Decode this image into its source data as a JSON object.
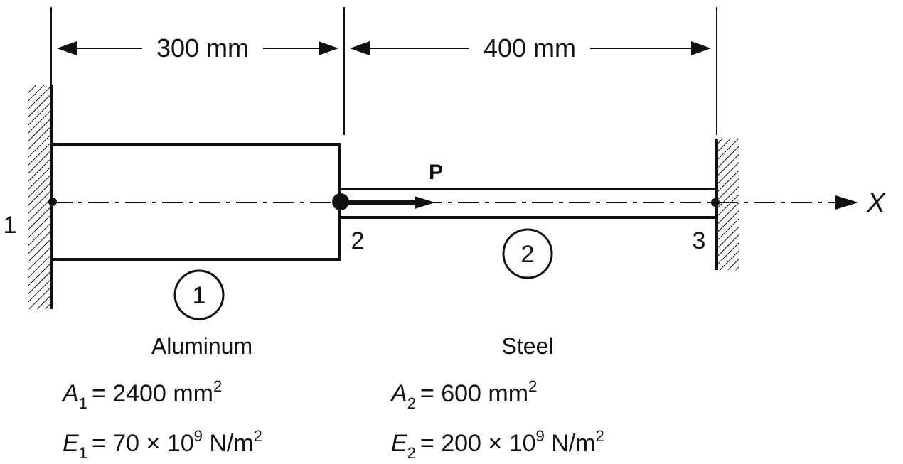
{
  "dimensions": {
    "seg1_length": "300 mm",
    "seg2_length": "400 mm"
  },
  "nodes": {
    "n1": "1",
    "n2": "2",
    "n3": "3"
  },
  "elements": {
    "e1": "1",
    "e2": "2"
  },
  "load": {
    "label": "P"
  },
  "axis": {
    "label": "X"
  },
  "materials": {
    "mat1": "Aluminum",
    "mat2": "Steel"
  },
  "properties": {
    "area1": {
      "sym": "A",
      "sub": "1",
      "eq": "= 2400 mm",
      "pow": "2"
    },
    "mod1": {
      "sym": "E",
      "sub": "1",
      "eq": "= 70 × 10",
      "pow": "9",
      "unit": " N/m",
      "unitpow": "2"
    },
    "area2": {
      "sym": "A",
      "sub": "2",
      "eq": "= 600 mm",
      "pow": "2"
    },
    "mod2": {
      "sym": "E",
      "sub": "2",
      "eq": "= 200 × 10",
      "pow": "9",
      "unit": " N/m",
      "unitpow": "2"
    }
  },
  "colors": {
    "ink": "#111111",
    "background": "#ffffff"
  }
}
